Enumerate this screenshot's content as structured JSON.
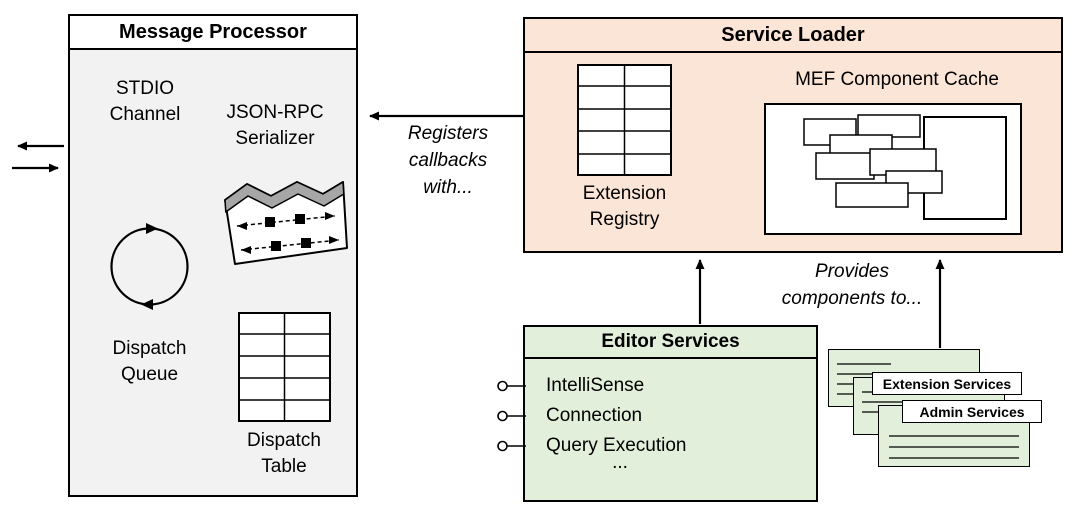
{
  "colors": {
    "processor_fill": "#f2f2f2",
    "loader_fill": "#fbe5d6",
    "services_fill": "#e2efda",
    "border": "#000000"
  },
  "message_processor": {
    "title": "Message Processor",
    "stdio_label": "STDIO\nChannel",
    "serializer_label": "JSON-RPC\nSerializer",
    "dispatch_queue_label": "Dispatch\nQueue",
    "dispatch_table_label": "Dispatch\nTable"
  },
  "service_loader": {
    "title": "Service Loader",
    "extension_registry_label": "Extension\nRegistry",
    "mef_cache_label": "MEF Component Cache"
  },
  "editor_services": {
    "title": "Editor Services",
    "items": [
      "IntelliSense",
      "Connection",
      "Query Execution"
    ],
    "ellipsis": "..."
  },
  "service_cards": {
    "labels": [
      "Extension Services",
      "Admin Services"
    ]
  },
  "annotations": {
    "registers_callbacks": "Registers\ncallbacks\nwith...",
    "provides_components": "Provides\ncomponents to..."
  }
}
